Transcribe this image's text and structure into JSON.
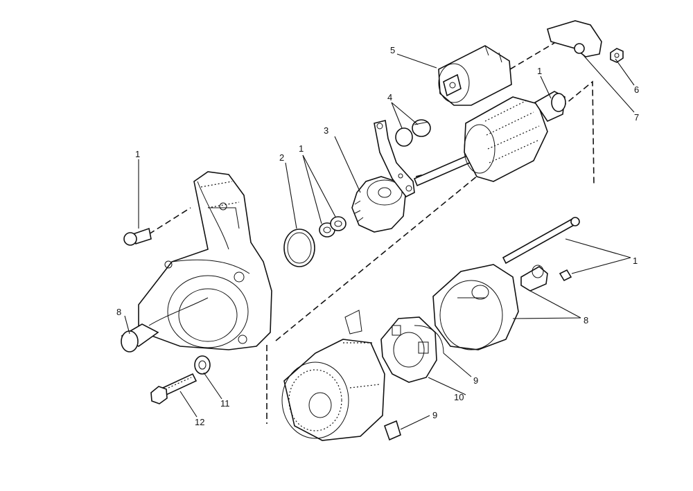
{
  "callouts": {
    "c1a": "1",
    "c1b": "1",
    "c1c": "1",
    "c1d": "1",
    "c2": "2",
    "c3": "3",
    "c4": "4",
    "c5": "5",
    "c6": "6",
    "c7": "7",
    "c8a": "8",
    "c8b": "8",
    "c9a": "9",
    "c9b": "9",
    "c10": "10",
    "c11": "11",
    "c12": "12"
  }
}
